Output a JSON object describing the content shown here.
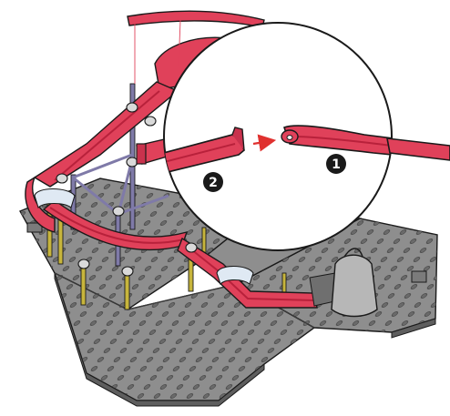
{
  "instruction_diagram": {
    "callouts": [
      {
        "id": "part-1",
        "label": "1"
      },
      {
        "id": "part-2",
        "label": "2"
      }
    ],
    "arrow_direction": "right",
    "colors": {
      "track": "#e0415a",
      "track_dark": "#b8213b",
      "base": "#8d8d8d",
      "base_light": "#a3a3a3",
      "base_hole": "#5f5f5f",
      "pole": "#c7b53c",
      "pole_alt": "#7f7aa8",
      "connector": "#d9d9d9",
      "cup": "#dfe9f3",
      "bucket": "#b7b7b7",
      "arrow": "#e0312f",
      "outline": "#1a1a1a"
    }
  }
}
